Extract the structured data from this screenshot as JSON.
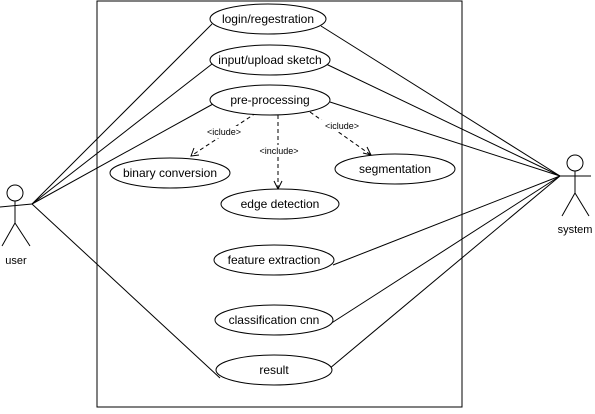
{
  "colors": {
    "stroke": "#000000",
    "background": "#ffffff"
  },
  "actors": {
    "user": {
      "label": "user"
    },
    "system": {
      "label": "system"
    }
  },
  "use_cases": {
    "login": "login/regestration",
    "upload": "input/upload sketch",
    "preprocessing": "pre-processing",
    "binary": "binary conversion",
    "edge": "edge detection",
    "segmentation": "segmentation",
    "features": "feature extraction",
    "classification": "classification cnn",
    "result": "result"
  },
  "relations": {
    "include_left": "<iclude>",
    "include_mid": "<include>",
    "include_right": "<iclude>"
  }
}
